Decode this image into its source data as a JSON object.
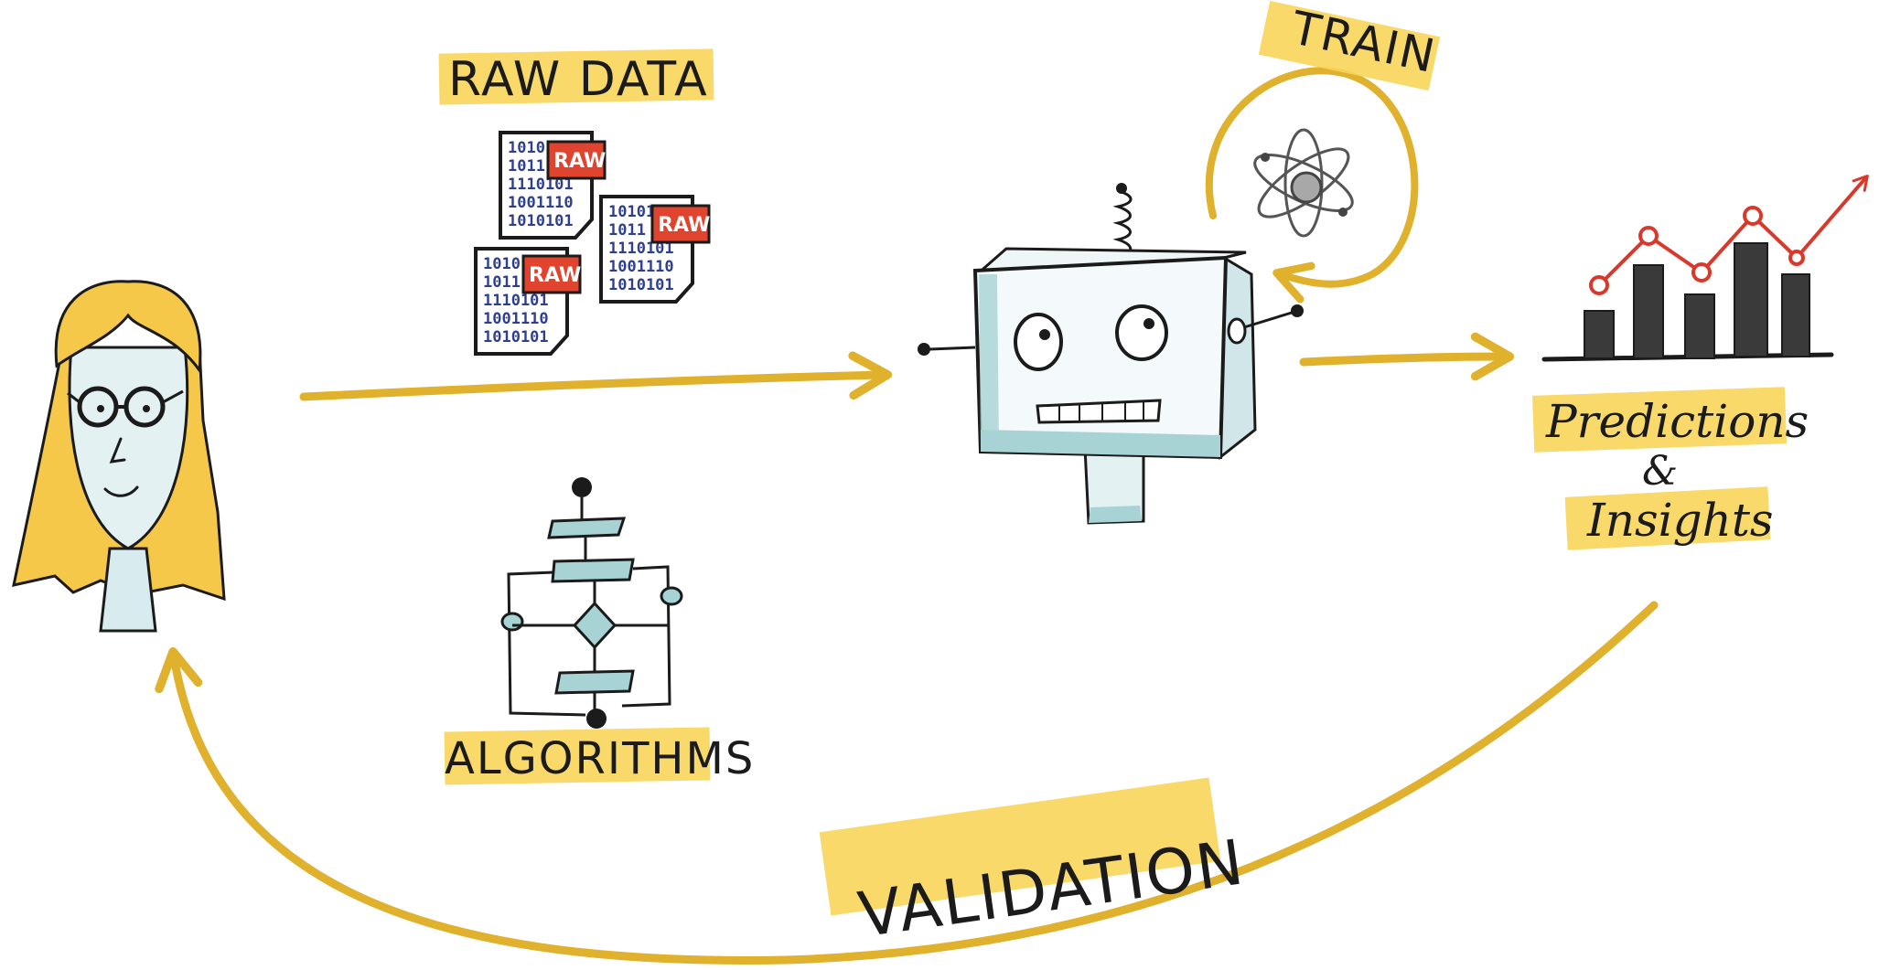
{
  "labels": {
    "raw_data": "RAW DATA",
    "train": "TRAIN",
    "algorithms": "ALGORITHMS",
    "validation": "VALIDATION",
    "predictions": "Predictions",
    "amp": "&",
    "insights": "Insights"
  },
  "raw_files": [
    {
      "tag": "RAW",
      "bits": [
        "1010101",
        "1011",
        "1110101",
        "1001110",
        "1010101"
      ]
    },
    {
      "tag": "RAW",
      "bits": [
        "1010101",
        "1011",
        "1110101",
        "1001110",
        "1010101"
      ]
    },
    {
      "tag": "RAW",
      "bits": [
        "1010101",
        "1011",
        "1110101",
        "1001110",
        "1010101"
      ]
    }
  ],
  "colors": {
    "accent_yellow": "#e0b12c",
    "highlight_yellow": "#f7d55a",
    "ink": "#1b1b1b",
    "teal": "#a8d3d4",
    "raw_red": "#e0442e",
    "trend_red": "#d9382a",
    "bar_gray": "#3a3a3a"
  },
  "icons": [
    "person-icon",
    "robot-icon",
    "atom-icon",
    "flowchart-icon",
    "bar-chart-icon",
    "document-icon"
  ]
}
